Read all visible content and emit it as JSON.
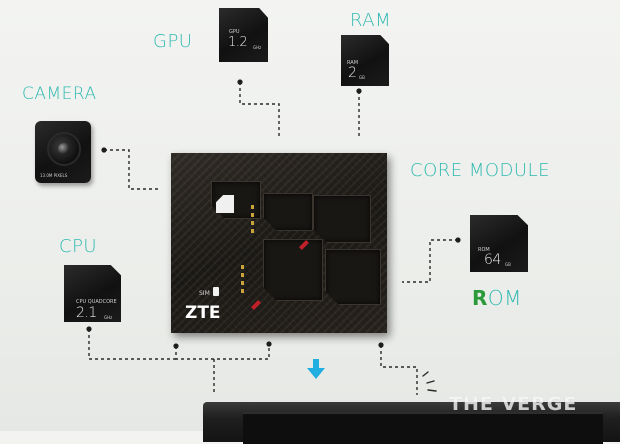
{
  "labels": {
    "gpu": "GPU",
    "ram": "RAM",
    "camera": "CAMERA",
    "core_module": "CORE MODULE",
    "cpu": "CPU",
    "rom_first": "R",
    "rom_rest": "OM"
  },
  "chips": {
    "gpu": {
      "caption": "GPU",
      "value": "1.2",
      "unit": "GHz"
    },
    "ram": {
      "caption": "RAM",
      "value": "2",
      "unit": "GB"
    },
    "rom": {
      "caption": "ROM",
      "value": "64",
      "unit": "GB"
    },
    "cpu": {
      "caption": "CPU QUADCORE",
      "value": "2.1",
      "unit": "GHz"
    },
    "camera": {
      "caption": "13.0M PIXELS"
    }
  },
  "core": {
    "brand": "ZTE",
    "sim_label": "SIM"
  },
  "watermark": "THE VERGE",
  "colors": {
    "label_teal": "#2fb9b0",
    "rom_accent": "#2a9a3a",
    "arrow_blue": "#21aee0",
    "background": "#eeefed"
  }
}
